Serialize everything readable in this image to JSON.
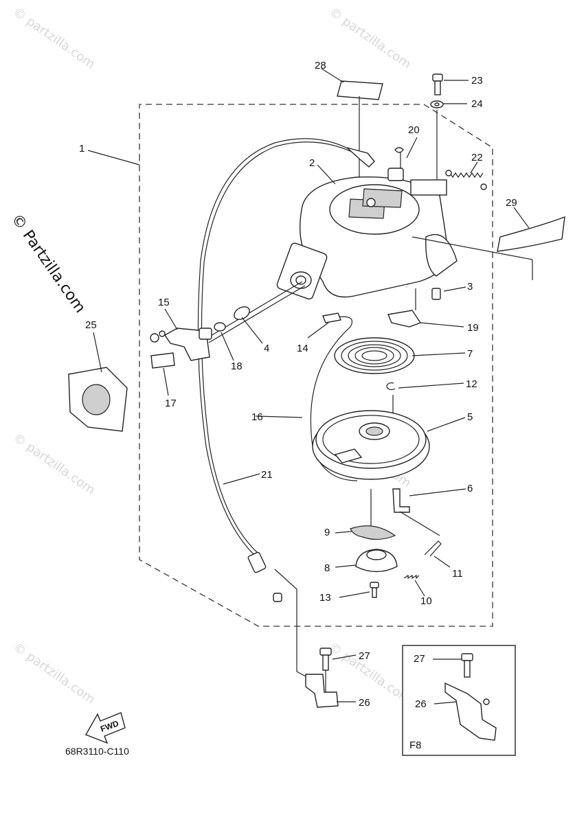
{
  "watermark": {
    "vertical_text": "© Partzilla.com",
    "tile_text": "© partzilla.com"
  },
  "diagram_code": "68R3110-C110",
  "fwd_label": "FWD",
  "inset": {
    "label": "F8"
  },
  "callouts": {
    "c1": "1",
    "c2": "2",
    "c3": "3",
    "c4": "4",
    "c5": "5",
    "c6": "6",
    "c7": "7",
    "c8": "8",
    "c9": "9",
    "c10": "10",
    "c11": "11",
    "c12": "12",
    "c13": "13",
    "c14": "14",
    "c15": "15",
    "c16": "16",
    "c17": "17",
    "c18": "18",
    "c19": "19",
    "c20": "20",
    "c21": "21",
    "c22": "22",
    "c23": "23",
    "c24": "24",
    "c25": "25",
    "c26": "26",
    "c27": "27",
    "c28": "28",
    "c29": "29",
    "c26b": "26",
    "c27b": "27"
  }
}
